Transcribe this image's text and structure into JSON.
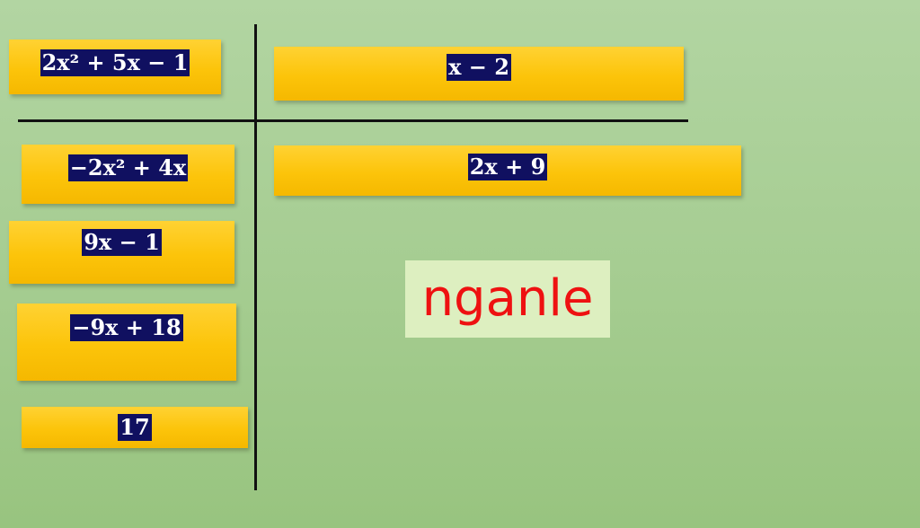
{
  "dividend": "2x² + 5x − 1",
  "divisor": "x − 2",
  "quotient": "2x + 9",
  "steps": [
    "−2x² + 4x",
    "9x − 1",
    "−9x + 18",
    "17"
  ],
  "stamp_text": "nganle",
  "colors": {
    "card": "#fcc40a",
    "expression_highlight": "#101060",
    "stamp_text": "#ee1111",
    "stamp_background": "#ddefc0",
    "background": "#a6cd92"
  }
}
